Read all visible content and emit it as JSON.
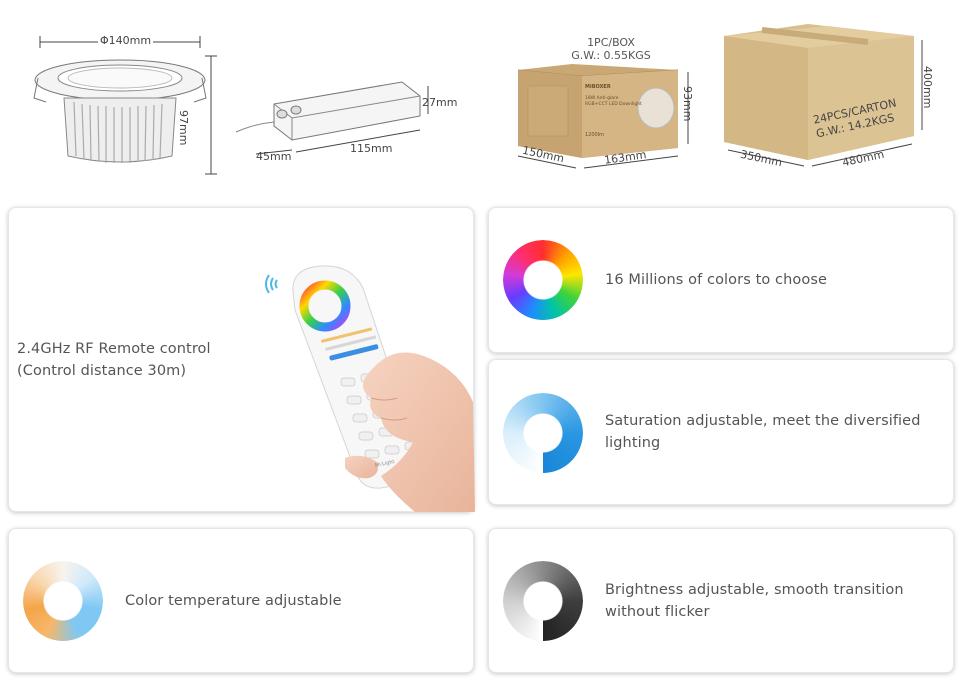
{
  "specs": {
    "lamp": {
      "diameter": "Φ140mm",
      "height": "97mm"
    },
    "driver": {
      "height": "27mm",
      "width": "45mm",
      "length": "115mm"
    },
    "box": {
      "top_label": "1PC/BOX\nG.W.: 0.55KGS",
      "height": "93mm",
      "width": "150mm",
      "length": "163mm",
      "print_brand": "MiBOXER",
      "print_product": "18W Anti-glare\nRGB+CCT LED Downlight",
      "print_lumen": "1200lm"
    },
    "carton": {
      "label": "24PCS/CARTON\nG.W.: 14.2KGS",
      "height": "400mm",
      "width": "350mm",
      "length": "480mm"
    }
  },
  "features": {
    "remote": {
      "text": "2.4GHz RF Remote control\n(Control distance 30m)",
      "remote_brand": "Mi·Light"
    },
    "colors": {
      "text": "16 Millions of colors to choose"
    },
    "saturation": {
      "text": "Saturation adjustable, meet the diversified\nlighting"
    },
    "temperature": {
      "text": "Color temperature adjustable"
    },
    "brightness": {
      "text": "Brightness adjustable, smooth transition\nwithout flicker"
    }
  },
  "colors": {
    "card_border": "#e6e6e6",
    "text": "#555555",
    "carton": "#d9bf8c",
    "box": "#c9a876"
  }
}
